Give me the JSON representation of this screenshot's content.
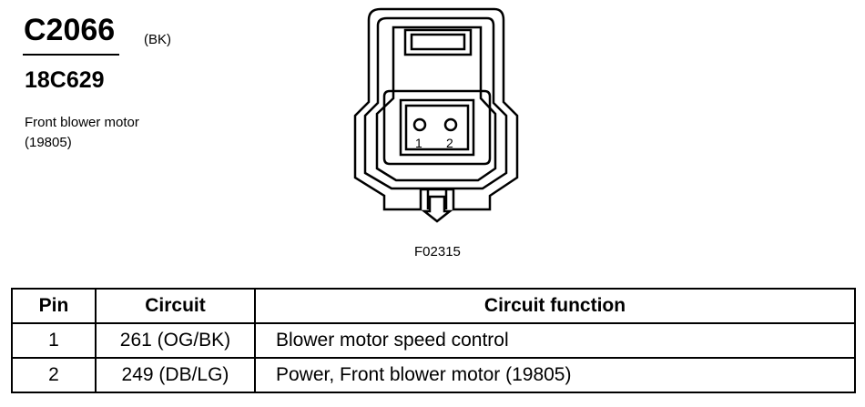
{
  "connector": {
    "id": "C2066",
    "color": "(BK)",
    "part_number": "18C629",
    "description_line1": "Front blower motor",
    "description_line2": "(19805)"
  },
  "diagram": {
    "pin_labels": [
      "1",
      "2"
    ],
    "figure_id": "F02315"
  },
  "pin_table": {
    "headers": [
      "Pin",
      "Circuit",
      "Circuit function"
    ],
    "rows": [
      {
        "pin": "1",
        "circuit": "261 (OG/BK)",
        "function": "Blower motor speed control"
      },
      {
        "pin": "2",
        "circuit": "249 (DB/LG)",
        "function": "Power, Front blower motor (19805)"
      }
    ]
  }
}
